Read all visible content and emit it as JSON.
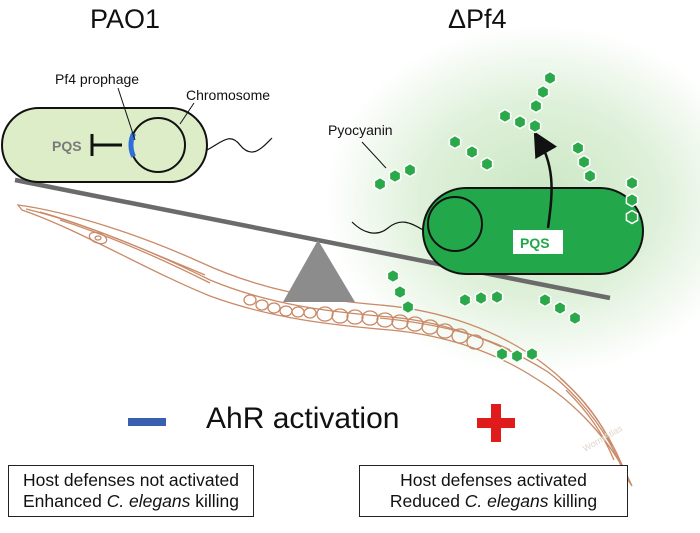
{
  "titles": {
    "left": "PAO1",
    "right": "ΔPf4"
  },
  "labels": {
    "pf4_prophage": "Pf4 prophage",
    "chromosome": "Chromosome",
    "pqs_left": "PQS",
    "pyocyanin": "Pyocyanin",
    "pqs_right": "PQS",
    "watermark": "WormAtlas"
  },
  "ahr": {
    "label": "AhR activation",
    "minus_symbol": "−",
    "plus_symbol": "+"
  },
  "boxes": {
    "left": {
      "line1": "Host defenses not activated",
      "line2_prefix": "Enhanced ",
      "line2_italic": "C. elegans",
      "line2_suffix": " killing"
    },
    "right": {
      "line1": "Host defenses activated",
      "line2_prefix": "Reduced ",
      "line2_italic": "C. elegans",
      "line2_suffix": " killing"
    }
  },
  "colors": {
    "cell_left_fill": "#dcedc8",
    "cell_right_fill": "#22a84a",
    "hexagon": "#2aa84a",
    "glow": "#c8e6c0",
    "prophage": "#2f6fd6",
    "worm": "#c98a68",
    "beam": "#6b6b6b",
    "fulcrum": "#8c8c8c",
    "minus": "#3a5fb0",
    "plus": "#e01b1b"
  },
  "icons": [
    "inhibition-arrow-icon",
    "curved-arrow-icon",
    "pyocyanin-hexagon-icon",
    "minus-icon",
    "plus-icon"
  ]
}
